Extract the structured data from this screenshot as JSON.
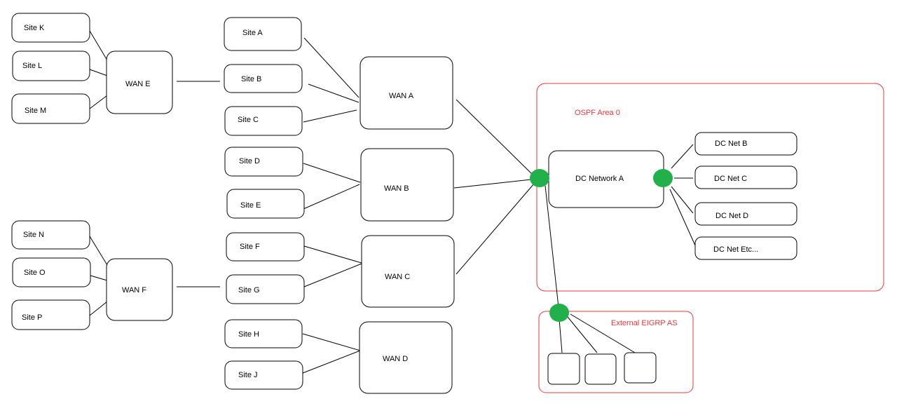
{
  "colors": {
    "node_border": "#000000",
    "region_border": "#e8393c",
    "region_label": "#e8393c",
    "connector": "#22b04b"
  },
  "nodes": {
    "site_k": "Site K",
    "site_l": "Site L",
    "site_m": "Site M",
    "site_n": "Site N",
    "site_o": "Site O",
    "site_p": "Site P",
    "wan_e": "WAN E",
    "wan_f": "WAN F",
    "site_a": "Site A",
    "site_b": "Site B",
    "site_c": "Site C",
    "site_d": "Site D",
    "site_e": "Site E",
    "site_f": "Site F",
    "site_g": "Site G",
    "site_h": "Site H",
    "site_j": "Site J",
    "wan_a": "WAN A",
    "wan_b": "WAN B",
    "wan_c": "WAN C",
    "wan_d": "WAN D",
    "dc_network_a": "DC Network A",
    "dc_net_b": "DC Net B",
    "dc_net_c": "DC Net C",
    "dc_net_d": "DC Net D",
    "dc_net_etc": "DC Net Etc...",
    "eigrp_box_1": "",
    "eigrp_box_2": "",
    "eigrp_box_3": ""
  },
  "regions": {
    "ospf_area_0": "OSPF Area 0",
    "external_eigrp_as": "External EIGRP AS"
  },
  "edges": [
    [
      "site_k",
      "wan_e"
    ],
    [
      "site_l",
      "wan_e"
    ],
    [
      "site_m",
      "wan_e"
    ],
    [
      "wan_e",
      "site_b"
    ],
    [
      "site_n",
      "wan_f"
    ],
    [
      "site_o",
      "wan_f"
    ],
    [
      "site_p",
      "wan_f"
    ],
    [
      "wan_f",
      "site_g"
    ],
    [
      "site_a",
      "wan_a"
    ],
    [
      "site_b",
      "wan_a"
    ],
    [
      "site_c",
      "wan_a"
    ],
    [
      "site_d",
      "wan_b"
    ],
    [
      "site_e",
      "wan_b"
    ],
    [
      "site_f",
      "wan_c"
    ],
    [
      "site_g",
      "wan_c"
    ],
    [
      "site_h",
      "wan_d"
    ],
    [
      "site_j",
      "wan_d"
    ],
    [
      "wan_a",
      "dc_network_a"
    ],
    [
      "wan_b",
      "dc_network_a"
    ],
    [
      "wan_c",
      "dc_network_a"
    ],
    [
      "dc_network_a",
      "dc_net_b"
    ],
    [
      "dc_network_a",
      "dc_net_c"
    ],
    [
      "dc_network_a",
      "dc_net_d"
    ],
    [
      "dc_network_a",
      "dc_net_etc"
    ],
    [
      "dc_network_a",
      "external_eigrp_as"
    ],
    [
      "external_eigrp_as",
      "eigrp_box_1"
    ],
    [
      "external_eigrp_as",
      "eigrp_box_2"
    ],
    [
      "external_eigrp_as",
      "eigrp_box_3"
    ]
  ]
}
